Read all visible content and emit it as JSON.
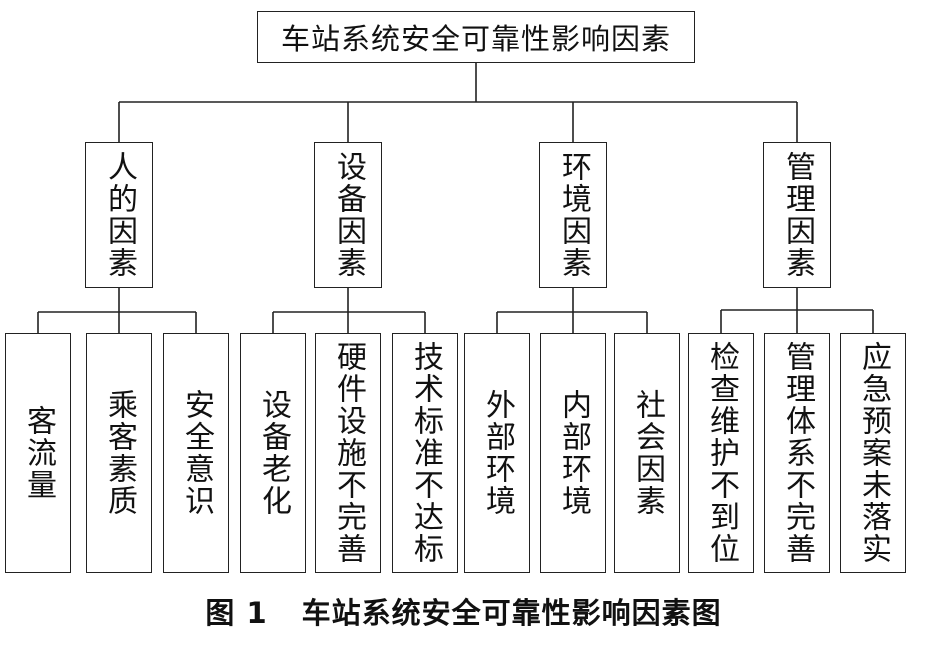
{
  "root": "车站系统安全可靠性影响因素",
  "categories": [
    {
      "label": "人的因素",
      "leaves": [
        "客流量",
        "乘客素质",
        "安全意识"
      ]
    },
    {
      "label": "设备因素",
      "leaves": [
        "设备老化",
        "硬件设施不完善",
        "技术标准不达标"
      ]
    },
    {
      "label": "环境因素",
      "leaves": [
        "外部环境",
        "内部环境",
        "社会因素"
      ]
    },
    {
      "label": "管理因素",
      "leaves": [
        "检查维护不到位",
        "管理体系不完善",
        "应急预案未落实"
      ]
    }
  ],
  "caption": {
    "number": "图 1",
    "title": "车站系统安全可靠性影响因素图"
  }
}
